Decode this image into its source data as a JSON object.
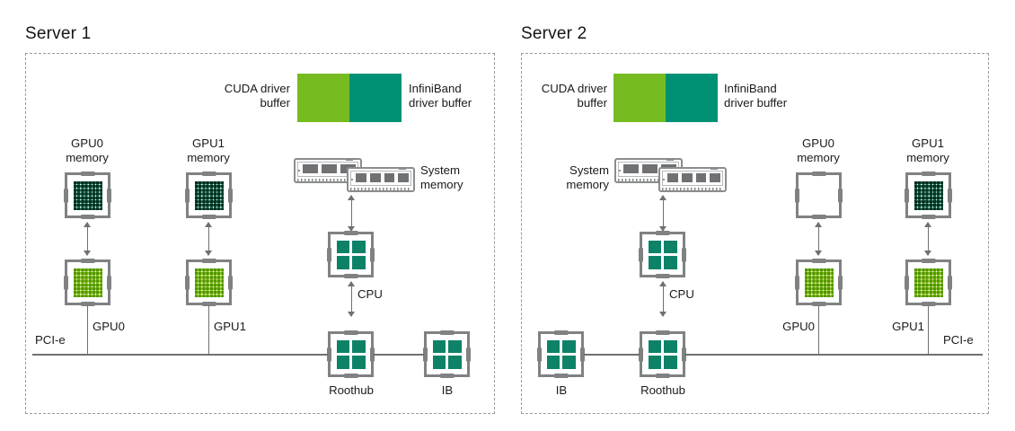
{
  "servers": [
    {
      "title": "Server 1",
      "buffers": {
        "cuda_label": "CUDA driver\nbuffer",
        "ib_label": "InfiniBand\ndriver buffer"
      },
      "system_memory_label": "System\nmemory",
      "gpu0_memory_label": "GPU0\nmemory",
      "gpu1_memory_label": "GPU1\nmemory",
      "gpu0_label": "GPU0",
      "gpu1_label": "GPU1",
      "cpu_label": "CPU",
      "roothub_label": "Roothub",
      "ib_label": "IB",
      "pcie_label": "PCI-e",
      "gpu0_memory_filled": true,
      "gpu1_memory_filled": true
    },
    {
      "title": "Server 2",
      "buffers": {
        "cuda_label": "CUDA driver\nbuffer",
        "ib_label": "InfiniBand\ndriver buffer"
      },
      "system_memory_label": "System\nmemory",
      "gpu0_memory_label": "GPU0\nmemory",
      "gpu1_memory_label": "GPU1\nmemory",
      "gpu0_label": "GPU0",
      "gpu1_label": "GPU1",
      "cpu_label": "CPU",
      "roothub_label": "Roothub",
      "ib_label": "IB",
      "pcie_label": "PCI-e",
      "gpu0_memory_filled": false,
      "gpu1_memory_filled": true
    }
  ],
  "colors": {
    "cuda_buffer_green": "#76bc21",
    "ib_buffer_teal": "#009174",
    "die_teal": "#1f6b55",
    "die_green": "#8fc322",
    "quad_teal": "#0d8267",
    "outline_gray": "#7f8183",
    "dashed_border": "#9a9a9a"
  }
}
